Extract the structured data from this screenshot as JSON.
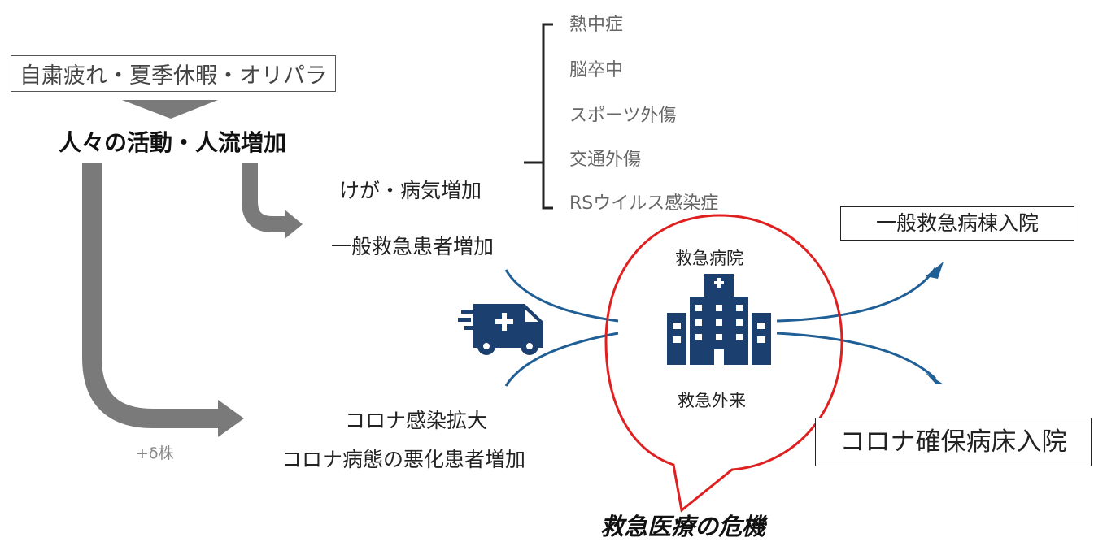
{
  "causes": "自粛疲れ・夏季休暇・オリパラ",
  "activity": "人々の活動・人流増加",
  "injury_illness": "けが・病気増加",
  "conditions": [
    "熱中症",
    "脳卒中",
    "スポーツ外傷",
    "交通外傷",
    "RSウイルス感染症"
  ],
  "general_emergency": "一般救急患者増加",
  "covid_spread": "コロナ感染拡大",
  "covid_worsening": "コロナ病態の悪化患者増加",
  "delta": "+δ株",
  "hospital_top": "救急病院",
  "hospital_bottom": "救急外来",
  "general_ward": "一般救急病棟入院",
  "covid_ward": "コロナ確保病床入院",
  "crisis": "救急医療の危機",
  "colors": {
    "gray_arrow": "#707070",
    "blue": "#1f5f96",
    "navy": "#1b3f6e",
    "red": "#e02020"
  }
}
